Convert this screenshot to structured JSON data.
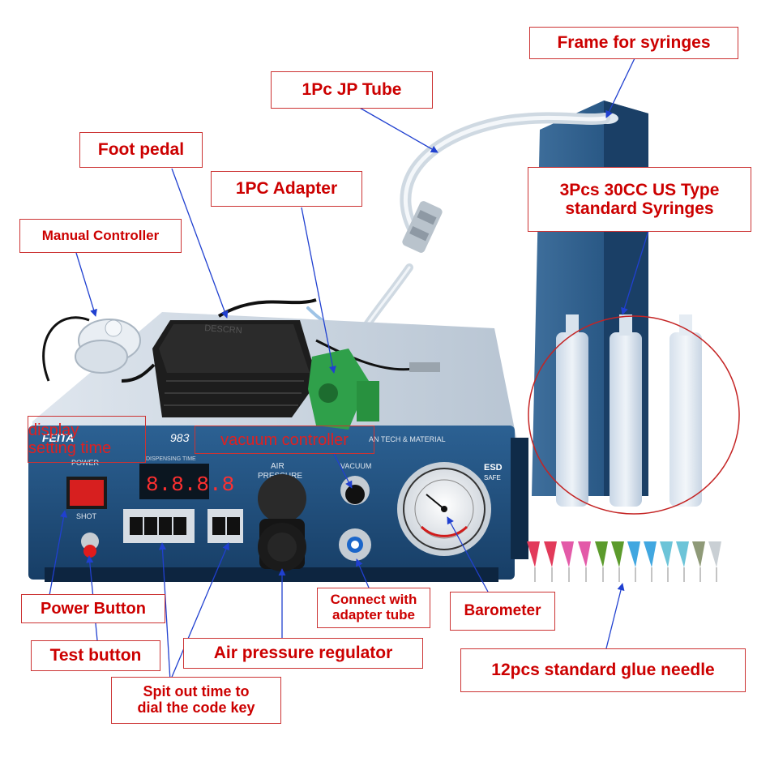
{
  "labels": {
    "frame": "Frame for syringes",
    "tube": "1Pc JP Tube",
    "foot_pedal": "Foot pedal",
    "adapter": "1PC Adapter",
    "syringes_line1": "3Pcs 30CC US Type",
    "syringes_line2": "standard Syringes",
    "manual": "Manual Controller",
    "display_line1": "display",
    "display_line2": "setting time",
    "vacuum_controller": "vacuum controller",
    "connect_line1": "Connect with",
    "connect_line2": "adapter tube",
    "power_button": "Power Button",
    "barometer": "Barometer",
    "test_button": "Test button",
    "air_regulator": "Air pressure regulator",
    "needles": "12pcs standard glue needle",
    "spit_line1": "Spit out time to",
    "spit_line2": "dial the code key"
  },
  "device": {
    "brand": "FEITA",
    "model": "983",
    "maker_text": "AN TECH & MATERIAL",
    "dispensing_time": "DISPENSING TIME",
    "display_value": "8.8.8.8",
    "power": "POWER",
    "shot": "SHOT",
    "air_pressure_1": "AIR",
    "air_pressure_2": "PRESSURE",
    "vacuum": "VACUUM",
    "esd": "ESD",
    "safe": "SAFE",
    "pedal_text": "DESCRN"
  },
  "colors": {
    "label_red": "#cc0000",
    "panel_blue": "#1f4f80",
    "arrow_blue": "#2040d0"
  }
}
